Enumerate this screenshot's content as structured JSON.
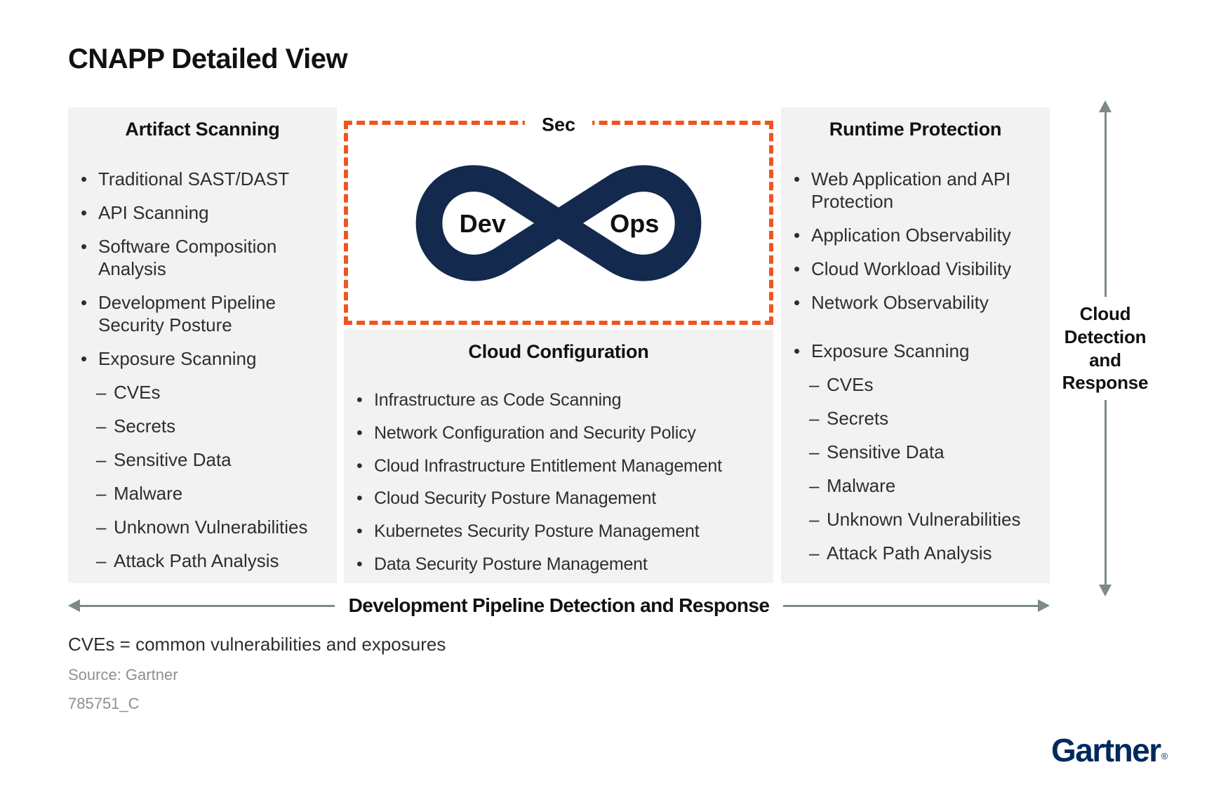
{
  "title": "CNAPP Detailed View",
  "markers": {
    "1": "•",
    "2": "–"
  },
  "columns": {
    "artifact": {
      "header": "Artifact Scanning",
      "items": [
        {
          "text": "Traditional SAST/DAST",
          "level": 1
        },
        {
          "text": "API Scanning",
          "level": 1
        },
        {
          "text": "Software Composition Analysis",
          "level": 1
        },
        {
          "text": "Development Pipeline Security Posture",
          "level": 1
        },
        {
          "text": "Exposure Scanning",
          "level": 1
        },
        {
          "text": "CVEs",
          "level": 2
        },
        {
          "text": "Secrets",
          "level": 2
        },
        {
          "text": "Sensitive Data",
          "level": 2
        },
        {
          "text": "Malware",
          "level": 2
        },
        {
          "text": "Unknown Vulnerabilities",
          "level": 2
        },
        {
          "text": "Attack Path Analysis",
          "level": 2
        }
      ]
    },
    "devops": {
      "sec_label": "Sec",
      "dev_label": "Dev",
      "ops_label": "Ops"
    },
    "cloud_config": {
      "header": "Cloud Configuration",
      "items": [
        {
          "text": "Infrastructure as Code Scanning",
          "level": 1
        },
        {
          "text": "Network Configuration and Security Policy",
          "level": 1
        },
        {
          "text": "Cloud Infrastructure Entitlement Management",
          "level": 1
        },
        {
          "text": "Cloud Security Posture Management",
          "level": 1
        },
        {
          "text": "Kubernetes Security Posture Management",
          "level": 1
        },
        {
          "text": "Data Security Posture Management",
          "level": 1
        }
      ]
    },
    "runtime": {
      "header": "Runtime Protection",
      "items": [
        {
          "text": "Web Application and API Protection",
          "level": 1
        },
        {
          "text": "Application Observability",
          "level": 1
        },
        {
          "text": "Cloud Workload Visibility",
          "level": 1
        },
        {
          "text": "Network Observability",
          "level": 1
        },
        {
          "text": "Exposure Scanning",
          "level": 1,
          "gap_before": true
        },
        {
          "text": "CVEs",
          "level": 2
        },
        {
          "text": "Secrets",
          "level": 2
        },
        {
          "text": "Sensitive Data",
          "level": 2
        },
        {
          "text": "Malware",
          "level": 2
        },
        {
          "text": "Unknown Vulnerabilities",
          "level": 2
        },
        {
          "text": "Attack Path Analysis",
          "level": 2
        }
      ]
    }
  },
  "axes": {
    "vertical_label_lines": [
      "Cloud",
      "Detection",
      "and",
      "Response"
    ],
    "bottom_label": "Development Pipeline Detection and Response"
  },
  "footer": {
    "note": "CVEs = common vulnerabilities and exposures",
    "source": "Source: Gartner",
    "doc_id": "785751_C",
    "logo": "Gartner",
    "logo_reg": "®"
  },
  "colors": {
    "navy_loop": "#13294E",
    "orange_dashed": "#F0551F",
    "panel_gray": "#F2F2F2",
    "arrow_gray": "#7E898B",
    "logo_navy": "#002A5E"
  }
}
